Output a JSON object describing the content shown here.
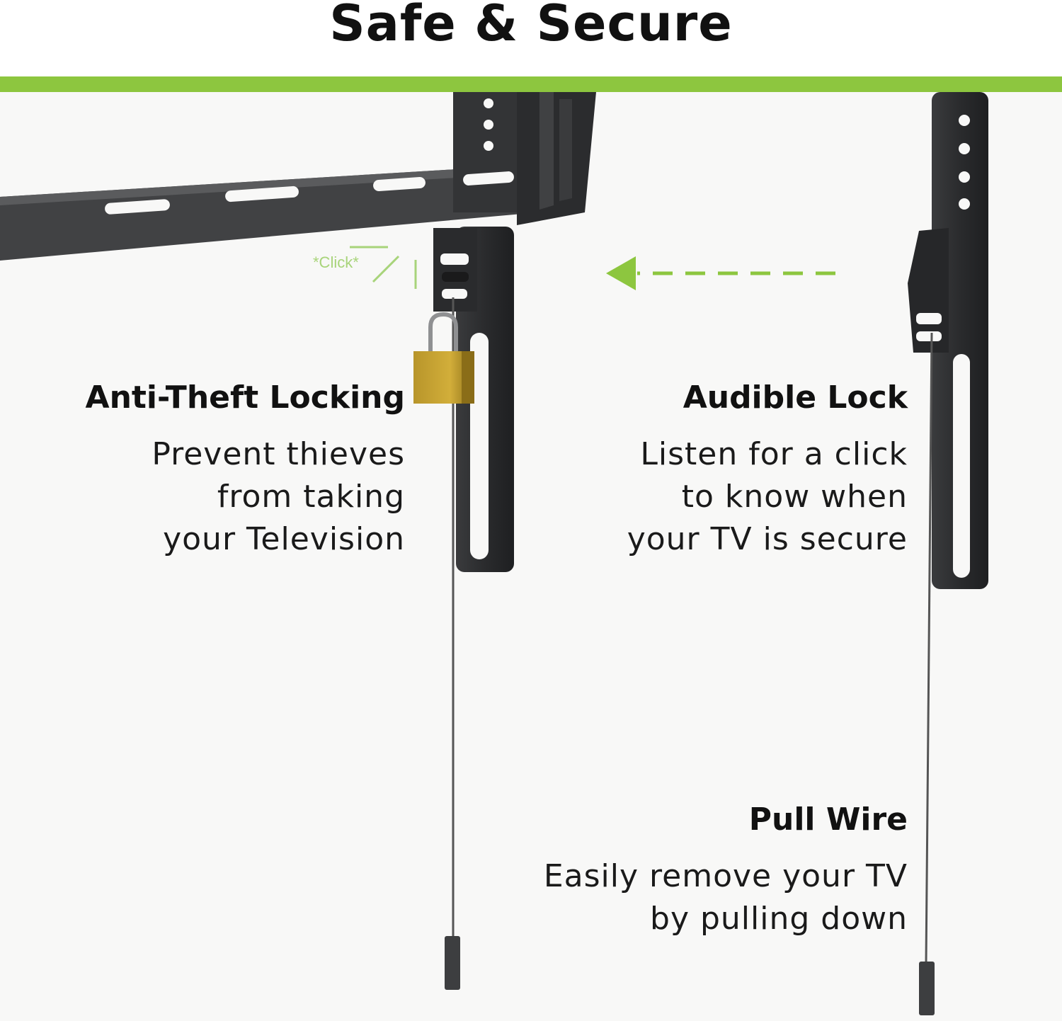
{
  "header": {
    "title": "Safe & Secure"
  },
  "colors": {
    "accent_green": "#8dc63f",
    "bracket": "#2e2f31",
    "padlock": "#c9a52a"
  },
  "illustration": {
    "click_label": "*Click*"
  },
  "callouts": {
    "anti_theft": {
      "title": "Anti-Theft Locking",
      "lines": [
        "Prevent thieves",
        "from taking",
        "your Television"
      ]
    },
    "audible_lock": {
      "title": "Audible Lock",
      "lines": [
        "Listen for a click",
        "to know when",
        "your TV is secure"
      ]
    },
    "pull_wire": {
      "title": "Pull Wire",
      "lines": [
        "Easily remove your TV",
        "by pulling down"
      ]
    }
  }
}
